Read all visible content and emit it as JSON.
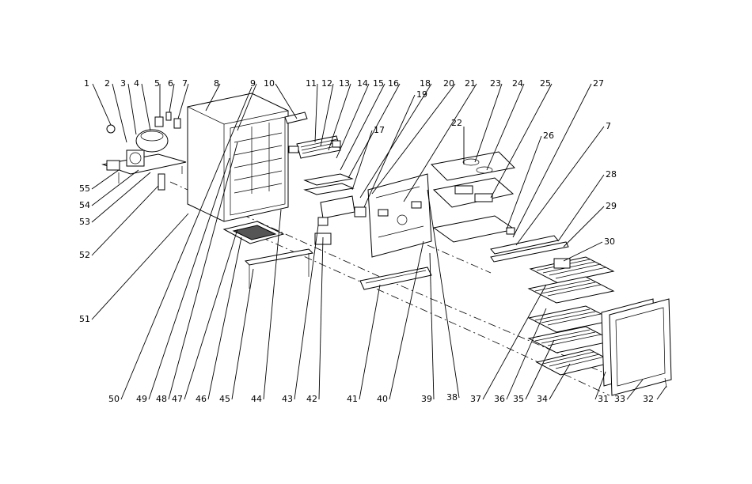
{
  "labels": [
    "1",
    "2",
    "3",
    "4",
    "5",
    "6",
    "7",
    "8",
    "9",
    "10",
    "11",
    "12",
    "13",
    "14",
    "15",
    "16",
    "17",
    "18",
    "19",
    "20",
    "21",
    "22",
    "23",
    "24",
    "25",
    "26",
    "27",
    "28",
    "29",
    "30",
    "31",
    "32",
    "33",
    "34",
    "35",
    "36",
    "37",
    "38",
    "39",
    "40",
    "41",
    "42",
    "43",
    "44",
    "45",
    "46",
    "47",
    "48",
    "49",
    "50",
    "51",
    "52",
    "53",
    "54",
    "55"
  ],
  "duplicate_label_7b": "7",
  "colors": {
    "line": "#000000",
    "background": "#ffffff",
    "shade": "#555555"
  }
}
